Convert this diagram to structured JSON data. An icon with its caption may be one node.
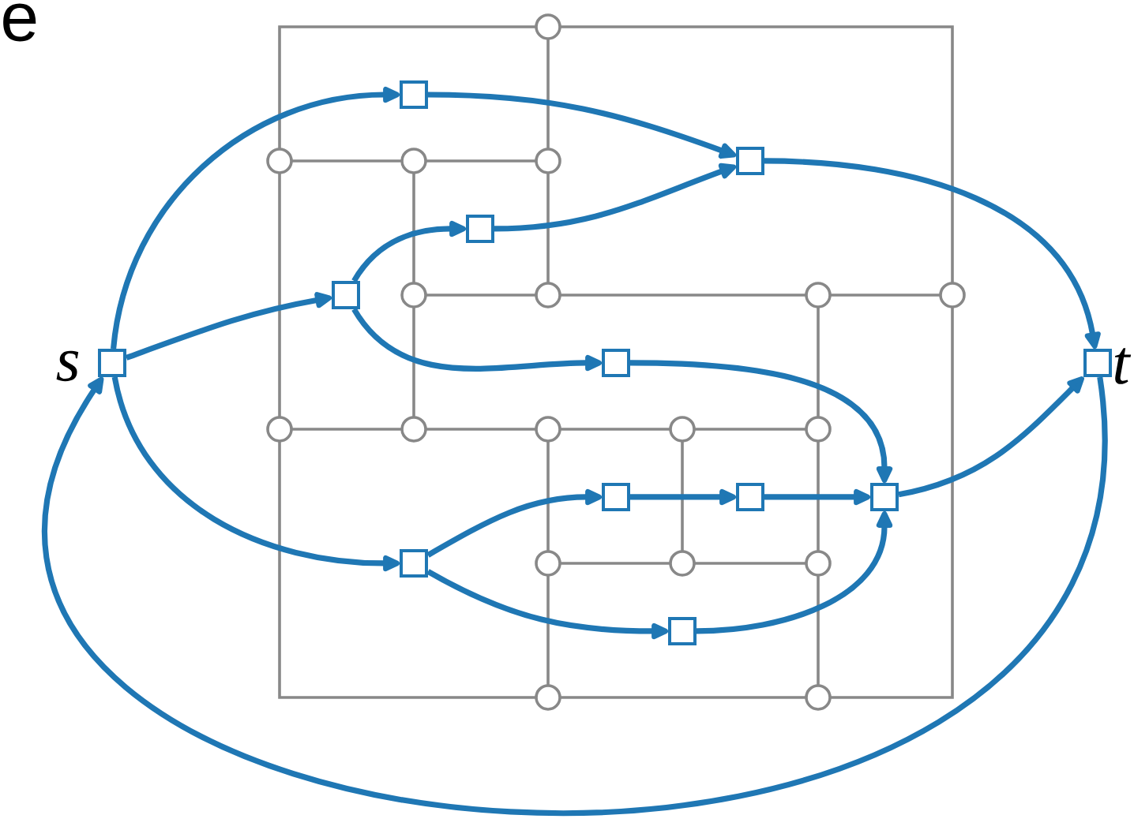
{
  "diagram": {
    "nodes": [
      {
        "text": [],
        "shape": "box"
      },
      {
        "text": [],
        "shape": "box"
      },
      {
        "text": [],
        "shape": "box"
      },
      {
        "text": [],
        "shape": "box"
      },
      {
        "text": [],
        "shape": "box",
        "beside": [
          "s"
        ]
      },
      {
        "text": [],
        "shape": "box"
      },
      {
        "text": [],
        "shape": "box",
        "beside": [
          "t"
        ]
      },
      {
        "text": [],
        "shape": "box"
      },
      {
        "text": [],
        "shape": "box"
      },
      {
        "text": [],
        "shape": "box"
      },
      {
        "text": [],
        "shape": "box"
      },
      {
        "text": [],
        "shape": "box"
      }
    ],
    "edges": [
      {
        "from": 4,
        "to": 0,
        "arrow": "to"
      },
      {
        "from": 0,
        "to": 1,
        "arrow": "to"
      },
      {
        "from": 4,
        "to": 3,
        "arrow": "to"
      },
      {
        "from": 3,
        "to": 2,
        "arrow": "to"
      },
      {
        "from": 2,
        "to": 1,
        "arrow": "to"
      },
      {
        "from": 3,
        "to": 5,
        "arrow": "to"
      },
      {
        "from": 1,
        "to": 6,
        "arrow": "to"
      },
      {
        "from": 5,
        "to": 9,
        "arrow": "to"
      },
      {
        "from": 4,
        "to": 10,
        "arrow": "to"
      },
      {
        "from": 10,
        "to": 7,
        "arrow": "to"
      },
      {
        "from": 7,
        "to": 8,
        "arrow": "to"
      },
      {
        "from": 8,
        "to": 9,
        "arrow": "to"
      },
      {
        "from": 10,
        "to": 11,
        "arrow": "to"
      },
      {
        "from": 11,
        "to": 9,
        "arrow": "to"
      },
      {
        "from": 9,
        "to": 6,
        "arrow": "to"
      },
      {
        "from": 6,
        "to": 4,
        "arrow": "to"
      }
    ],
    "labels": [
      "e"
    ]
  }
}
